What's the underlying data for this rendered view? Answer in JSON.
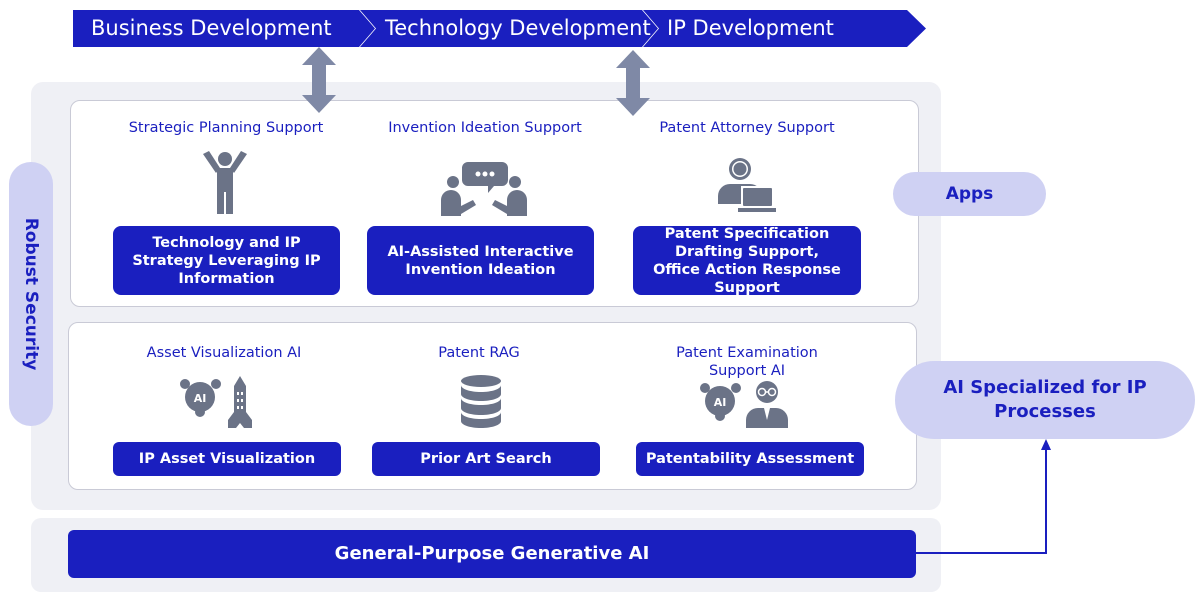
{
  "process_steps": [
    "Business Development",
    "Technology Development",
    "IP Development"
  ],
  "security_label": "Robust Security",
  "apps": {
    "label": "Apps",
    "columns": [
      {
        "title": "Strategic Planning Support",
        "icon": "person-raising-arms-icon",
        "box": "Technology and IP Strategy Leveraging IP Information"
      },
      {
        "title": "Invention Ideation Support",
        "icon": "people-discussion-icon",
        "box": "AI-Assisted Interactive Invention Ideation"
      },
      {
        "title": "Patent Attorney Support",
        "icon": "person-at-laptop-icon",
        "box_lines": [
          "Patent Specification Drafting Support,",
          "Office Action Response Support"
        ]
      }
    ]
  },
  "ai_layer": {
    "label": "AI Specialized for IP Processes",
    "columns": [
      {
        "title": "Asset Visualization AI",
        "icon": "ai-rocket-icon",
        "box": "IP Asset Visualization"
      },
      {
        "title": "Patent RAG",
        "icon": "database-icon",
        "box": "Prior Art Search"
      },
      {
        "title_lines": [
          "Patent Examination",
          "Support AI"
        ],
        "icon": "ai-examiner-icon",
        "box": "Patentability Assessment"
      }
    ]
  },
  "foundation": {
    "label": "General-Purpose Generative AI"
  },
  "colors": {
    "primary": "#1a1fbf",
    "pill": "#cfd1f3",
    "panel": "#eff0f5",
    "icon_gray": "#6b7387",
    "arrow": "#7f89a6"
  }
}
